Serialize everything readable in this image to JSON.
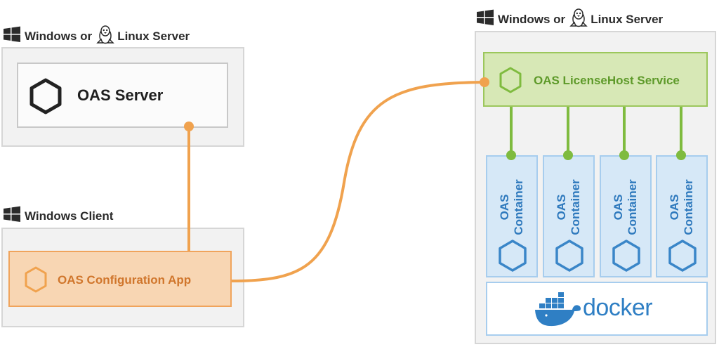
{
  "left_server": {
    "os_prefix": "Windows or",
    "os_suffix": "Linux Server",
    "service": "OAS Server"
  },
  "client": {
    "os_label": "Windows Client",
    "app": "OAS Configuration App"
  },
  "right_server": {
    "os_prefix": "Windows or",
    "os_suffix": "Linux Server",
    "service": "OAS LicenseHost Service",
    "containers": [
      {
        "line1": "OAS",
        "line2": "Container"
      },
      {
        "line1": "OAS",
        "line2": "Container"
      },
      {
        "line1": "OAS",
        "line2": "Container"
      },
      {
        "line1": "OAS",
        "line2": "Container"
      }
    ],
    "runtime": "docker"
  },
  "colors": {
    "orange": "#f0a24e",
    "green": "#7fbb3f",
    "blue": "#3a86c8",
    "dark": "#222222",
    "docker_blue": "#2f7fc4"
  }
}
